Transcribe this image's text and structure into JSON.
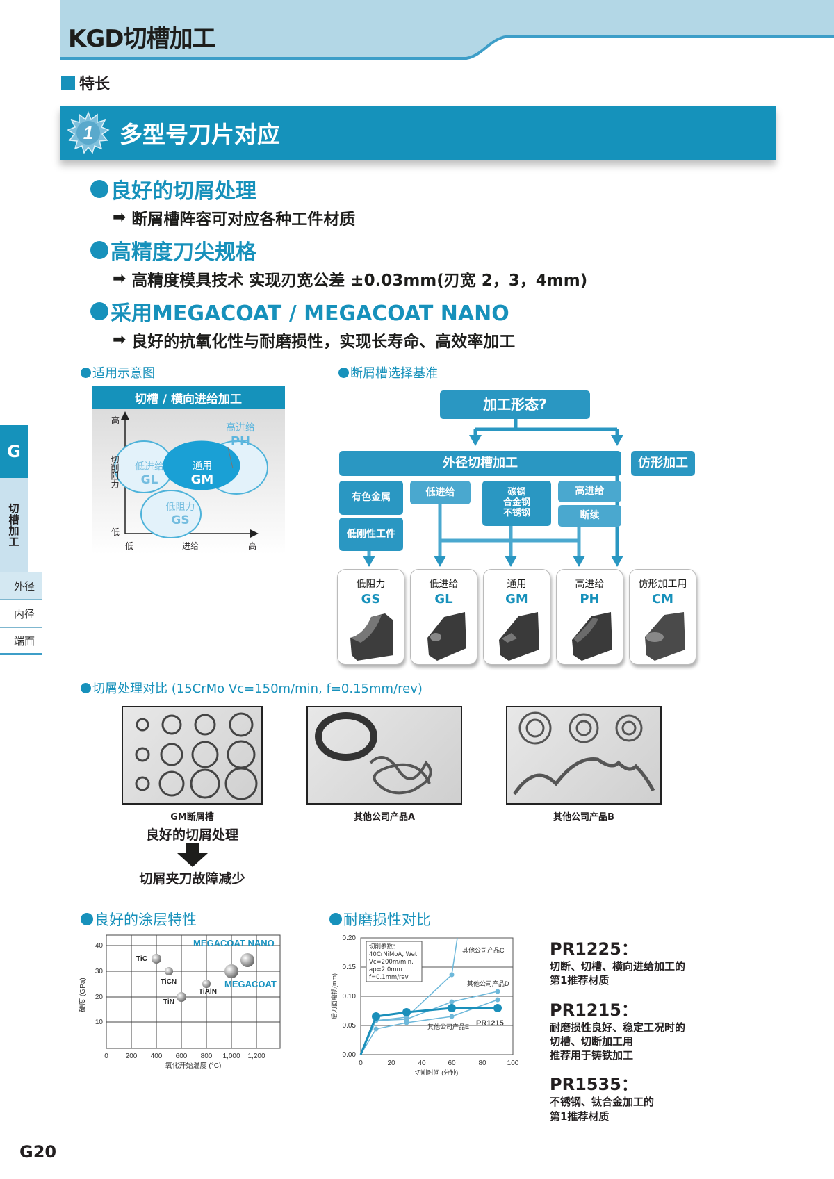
{
  "header": {
    "title": "KGD切槽加工",
    "section": "特长",
    "banner_number": "1",
    "banner_title": "多型号刀片对应",
    "colors": {
      "primary": "#1592bb",
      "light_band": "#b3d7e6",
      "text": "#1d1d1b"
    }
  },
  "features": [
    {
      "heading": "良好的切屑处理",
      "detail": "断屑槽阵容可对应各种工件材质"
    },
    {
      "heading": "高精度刀尖规格",
      "detail": "高精度模具技术 实现刃宽公差 ±0.03mm(刃宽 2，3，4mm)"
    },
    {
      "heading": "采用MEGACOAT / MEGACOAT NANO",
      "detail": "良好的抗氧化性与耐磨损性，实现长寿命、高效率加工"
    }
  ],
  "sidebar": {
    "chapter": "G",
    "chapter_title": "切槽加工",
    "items": [
      {
        "label": "外径",
        "active": true
      },
      {
        "label": "内径",
        "active": false
      },
      {
        "label": "端面",
        "active": false
      }
    ]
  },
  "application_diagram": {
    "heading": "适用示意图",
    "panel_title": "切槽 / 横向进给加工",
    "y_axis_label": "切削阻力",
    "y_high": "高",
    "y_low": "低",
    "x_axis_label": "进给",
    "x_low": "低",
    "x_high": "高",
    "regions": [
      {
        "name": "低进给",
        "code": "GL"
      },
      {
        "name": "通用",
        "code": "GM"
      },
      {
        "name": "高进给",
        "code": "PH"
      },
      {
        "name": "低阻力",
        "code": "GS"
      }
    ]
  },
  "flowchart": {
    "heading": "断屑槽选择基准",
    "root": "加工形态?",
    "branch_outer": "外径切槽加工",
    "branch_profile": "仿形加工",
    "conditions": {
      "nonferrous": "有色金属",
      "low_rigidity": "低刚性工件",
      "low_feed": "低进给",
      "steels": [
        "碳钢",
        "合金钢",
        "不锈钢"
      ],
      "high_feed": "高进给",
      "interrupted": "断续"
    },
    "results": [
      {
        "label": "低阻力",
        "code": "GS"
      },
      {
        "label": "低进给",
        "code": "GL"
      },
      {
        "label": "通用",
        "code": "GM"
      },
      {
        "label": "高进给",
        "code": "PH"
      },
      {
        "label": "仿形加工用",
        "code": "CM"
      }
    ]
  },
  "chip_comparison": {
    "heading": "切屑处理对比 (15CrMo Vc=150m/min, f=0.15mm/rev)",
    "photos": [
      {
        "caption": "GM断屑槽"
      },
      {
        "caption": "其他公司产品A"
      },
      {
        "caption": "其他公司产品B"
      }
    ],
    "result_top": "良好的切屑处理",
    "result_bottom": "切屑夹刀故障减少"
  },
  "coating_chart": {
    "heading": "良好的涂层特性"
  },
  "wear_chart": {
    "heading": "耐磨损性对比",
    "params_title": "切削参数：",
    "params": [
      "40CrNiMoA, Wet",
      "Vc=200m/min,",
      "ap=2.0mm",
      "f=0.1mm/rev"
    ]
  },
  "grades": [
    {
      "name": "PR1225：",
      "lines": [
        "切断、切槽、横向进给加工的",
        "第1推荐材质"
      ]
    },
    {
      "name": "PR1215：",
      "lines": [
        "耐磨损性良好、稳定工况时的",
        "切槽、切断加工用",
        "推荐用于铸铁加工"
      ]
    },
    {
      "name": "PR1535：",
      "lines": [
        "不锈钢、钛合金加工的",
        "第1推荐材质"
      ]
    }
  ],
  "page_number": "G20",
  "chart_data": [
    {
      "type": "scatter",
      "title": "良好的涂层特性",
      "xlabel": "氧化开始温度 (°C)",
      "ylabel": "硬度 (GPa)",
      "xlim": [
        0,
        1350
      ],
      "ylim": [
        0,
        44
      ],
      "x_ticks": [
        "0",
        "200",
        "400",
        "600",
        "800",
        "1,000",
        "1,200"
      ],
      "y_ticks": [
        "10",
        "20",
        "30",
        "40"
      ],
      "grid": true,
      "points": [
        {
          "name": "TiC",
          "x": 400,
          "y": 35
        },
        {
          "name": "TiCN",
          "x": 500,
          "y": 30
        },
        {
          "name": "TiN",
          "x": 600,
          "y": 20
        },
        {
          "name": "TiAlN",
          "x": 800,
          "y": 25
        },
        {
          "name": "MEGACOAT",
          "x": 1000,
          "y": 30
        },
        {
          "name": "MEGACOAT NANO",
          "x": 1130,
          "y": 34.5
        }
      ]
    },
    {
      "type": "line",
      "title": "耐磨损性对比",
      "xlabel": "切削时间 (分钟)",
      "ylabel": "后刀面磨损(mm)",
      "xlim": [
        0,
        100
      ],
      "ylim": [
        0,
        0.2
      ],
      "x_ticks": [
        "0",
        "20",
        "40",
        "60",
        "80",
        "100"
      ],
      "y_ticks": [
        "0.00",
        "0.05",
        "0.10",
        "0.15",
        "0.20"
      ],
      "grid": true,
      "x": [
        0,
        10,
        30,
        60,
        90
      ],
      "series": [
        {
          "name": "PR1215",
          "values": [
            0,
            0.065,
            0.072,
            0.08,
            0.08
          ]
        },
        {
          "name": "其他公司产品C",
          "values": [
            0,
            0.058,
            0.065,
            0.137,
            0.21
          ]
        },
        {
          "name": "其他公司产品D",
          "values": [
            0,
            0.058,
            0.06,
            0.09,
            0.108
          ]
        },
        {
          "name": "其他公司产品E",
          "values": [
            0,
            0.044,
            0.055,
            0.066,
            0.095
          ]
        }
      ]
    }
  ]
}
